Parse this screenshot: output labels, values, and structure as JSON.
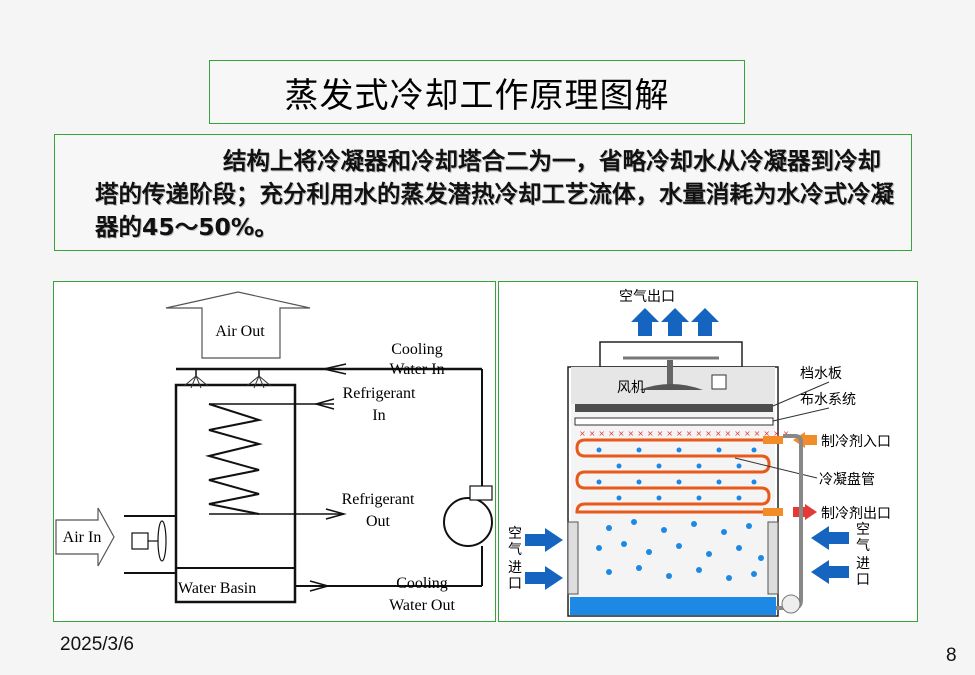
{
  "title": "蒸发式冷却工作原理图解",
  "description": "结构上将冷凝器和冷却塔合二为一，省略冷却水从冷凝器到冷却塔的传递阶段；充分利用水的蒸发潜热冷却工艺流体，水量消耗为水冷式冷凝器的45～50%。",
  "left_diagram": {
    "air_out": "Air Out",
    "cooling_water_in_1": "Cooling",
    "cooling_water_in_2": "Water In",
    "refrigerant_in_1": "Refrigerant",
    "refrigerant_in_2": "In",
    "refrigerant_out_1": "Refrigerant",
    "refrigerant_out_2": "Out",
    "air_in": "Air In",
    "water_basin": "Water Basin",
    "cooling_water_out_1": "Cooling",
    "cooling_water_out_2": "Water Out"
  },
  "right_diagram": {
    "air_outlet": "空气出口",
    "fan": "风机",
    "baffle": "档水板",
    "water_distribution": "布水系统",
    "refrigerant_inlet": "制冷剂入口",
    "condensing_coil": "冷凝盘管",
    "refrigerant_outlet": "制冷剂出口",
    "air_inlet_left": [
      "空",
      "气",
      "进",
      "口"
    ],
    "air_inlet_right": [
      "空",
      "气",
      "进",
      "口"
    ]
  },
  "footer": {
    "date": "2025/3/6",
    "page": "8"
  },
  "colors": {
    "frame_green": "#3aa23a",
    "arrow_blue": "#1565c0",
    "coil_orange": "#e8591a",
    "water_blue": "#1e88e5"
  }
}
